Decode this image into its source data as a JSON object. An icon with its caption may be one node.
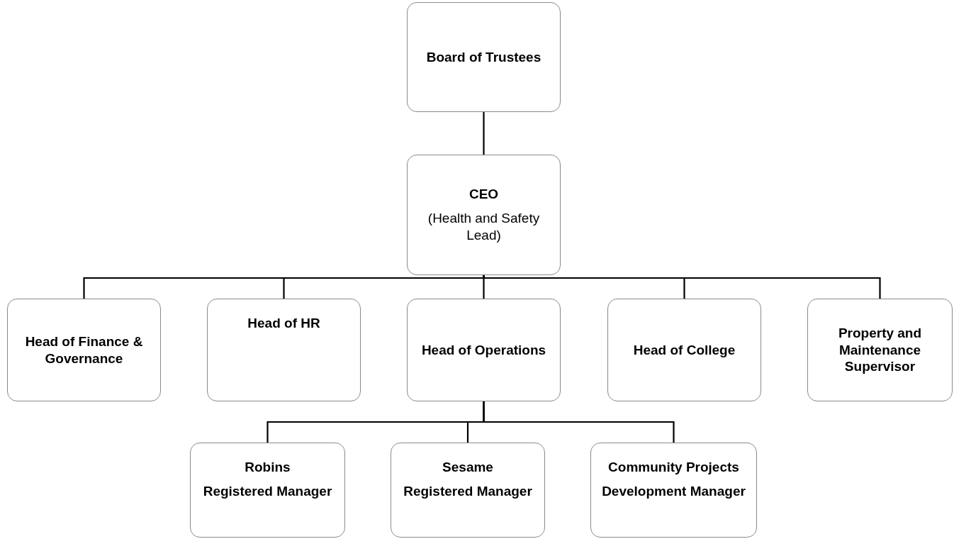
{
  "diagram": {
    "nodes": [
      {
        "text": [
          "Board of Trustees"
        ]
      },
      {
        "text": [
          "CEO",
          "(Health and Safety Lead)"
        ]
      },
      {
        "text": [
          "Head of Finance & Governance"
        ]
      },
      {
        "text": [
          "Head of HR"
        ]
      },
      {
        "text": [
          "Head of Operations"
        ]
      },
      {
        "text": [
          "Head of College"
        ]
      },
      {
        "text": [
          "Property and Maintenance Supervisor"
        ]
      },
      {
        "text": [
          "Robins",
          "Registered Manager"
        ]
      },
      {
        "text": [
          "Sesame",
          "Registered Manager"
        ]
      },
      {
        "text": [
          "Community Projects",
          "Development Manager"
        ]
      }
    ],
    "edges": [
      {
        "from": 0,
        "to": 1,
        "arrow": "none"
      },
      {
        "from": 1,
        "to": 2,
        "arrow": "none"
      },
      {
        "from": 1,
        "to": 3,
        "arrow": "none"
      },
      {
        "from": 1,
        "to": 4,
        "arrow": "none"
      },
      {
        "from": 1,
        "to": 5,
        "arrow": "none"
      },
      {
        "from": 1,
        "to": 6,
        "arrow": "none"
      },
      {
        "from": 4,
        "to": 7,
        "arrow": "none"
      },
      {
        "from": 4,
        "to": 8,
        "arrow": "none"
      },
      {
        "from": 4,
        "to": 9,
        "arrow": "none"
      }
    ]
  }
}
